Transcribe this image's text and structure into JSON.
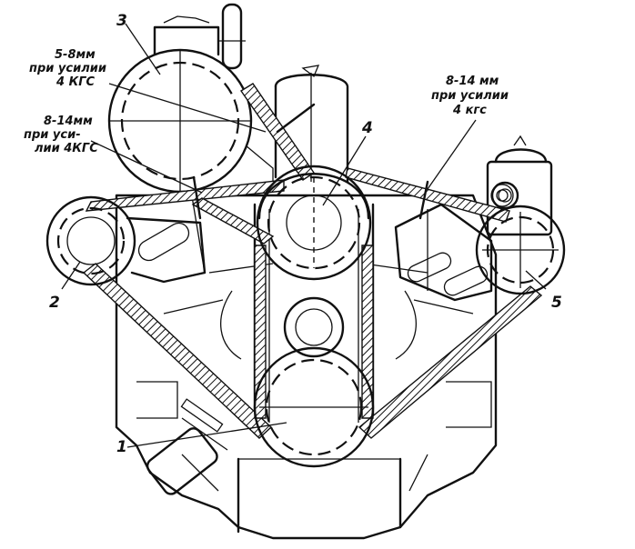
{
  "callouts": {
    "left_top": [
      "5-8мм",
      "при усилии",
      "4 КГС"
    ],
    "left_mid": [
      "8-14мм",
      "при уси-",
      "лии 4КГС"
    ],
    "right_top": [
      "8-14 мм",
      "при усилии",
      "4 кгс"
    ]
  },
  "part_numbers": {
    "crankshaft_pulley": "1",
    "generator_pulley": "2",
    "compressor_pulley": "3",
    "water_pump_fan_pulley": "4",
    "steering_pump_pulley": "5"
  }
}
